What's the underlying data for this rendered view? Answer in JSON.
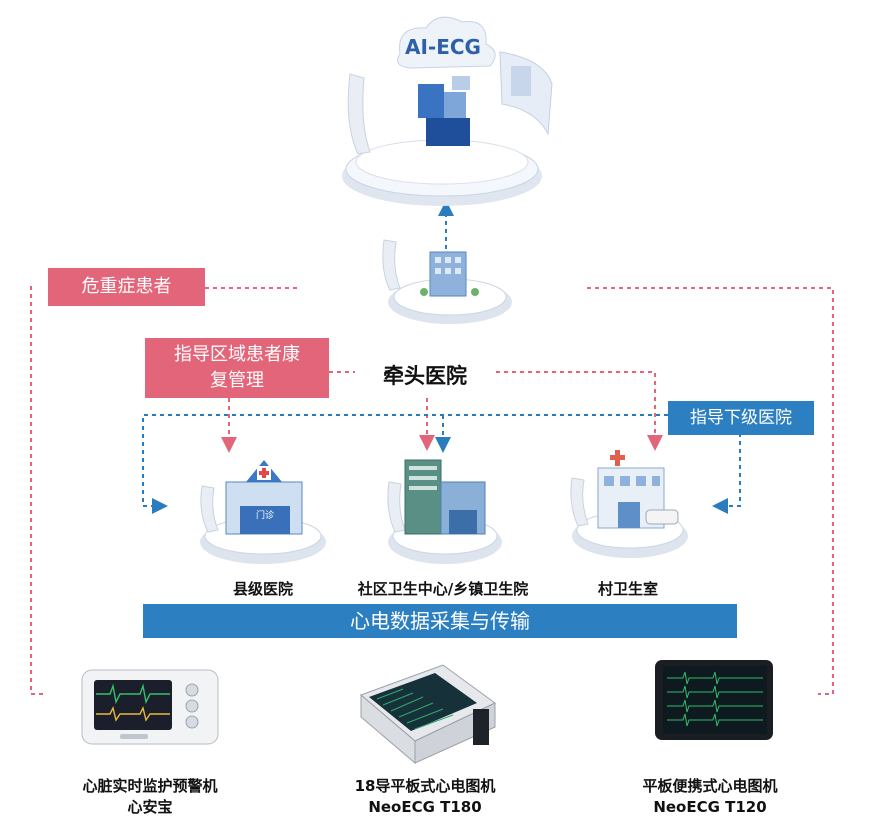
{
  "cloud": {
    "title": "AI-ECG"
  },
  "tags": {
    "critical": "危重症患者",
    "regional_line1": "指导区域患者康",
    "regional_line2": "复管理",
    "guide_lower": "指导下级医院"
  },
  "lead_hospital": "牵头医院",
  "nodes": {
    "county": "县级医院",
    "community": "社区卫生中心/乡镇卫生院",
    "village": "村卫生室"
  },
  "building_sign": "门诊",
  "banner": "心电数据采集与传输",
  "devices": [
    {
      "line1": "心脏实时监护预警机",
      "line2": "心安宝"
    },
    {
      "line1": "18导平板式心电图机",
      "line2": "NeoECG T180"
    },
    {
      "line1": "平板便携式心电图机",
      "line2": "NeoECG T120"
    }
  ],
  "colors": {
    "pink": "#e26579",
    "blue": "#2c7fc1",
    "arrow_blue": "#2b7bbf"
  }
}
